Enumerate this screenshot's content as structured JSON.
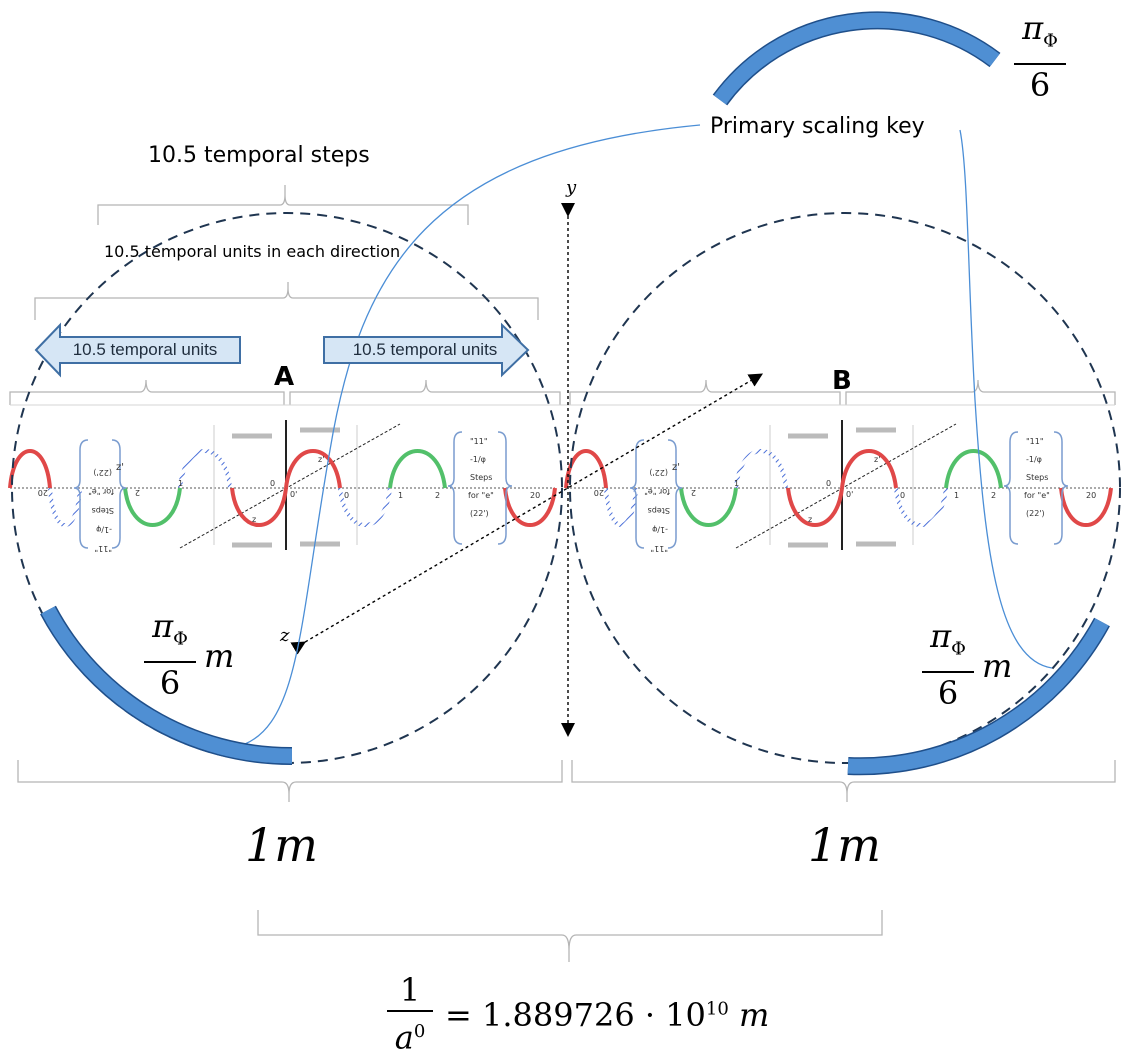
{
  "top_label": "10.5 temporal steps",
  "inner_label": "10.5 temporal units in each direction",
  "arrow_left_label": "10.5 temporal units",
  "arrow_right_label": "10.5 temporal units",
  "circle_a_label": "A",
  "circle_b_label": "B",
  "primary_key_label": "Primary scaling key",
  "axis_y_label": "y",
  "axis_z_label": "z",
  "arc_fraction_top": {
    "numerator": "π",
    "subscript": "Φ",
    "denominator": "6"
  },
  "arc_fraction_left": {
    "numerator": "π",
    "subscript": "Φ",
    "denominator": "6",
    "unit": "m"
  },
  "arc_fraction_right": {
    "numerator": "π",
    "subscript": "Φ",
    "denominator": "6",
    "unit": "m"
  },
  "measure_left": "1m",
  "measure_right": "1m",
  "bottom_formula": {
    "numerator": "1",
    "denominator_base": "a",
    "denominator_exp": "0",
    "rhs": "= 1.889726 · 10",
    "rhs_exp": "10",
    "unit": "m"
  },
  "strip_text": {
    "label_11": "\"11\"",
    "label_inv_phi": "-1/φ",
    "label_steps": "Steps",
    "label_for_e": "for \"e\"",
    "label_22": "(22')",
    "label_zprime": "z'",
    "label_z": "z",
    "tick_0": "0",
    "tick_1": "1",
    "tick_2": "2",
    "tick_20": "20",
    "tick_0prime": "0'"
  },
  "colors": {
    "circle_dash": "#1f3550",
    "arc_fill": "#4f8fd3",
    "arc_stroke": "#1f4f8a",
    "guide_line": "#4b8ed6",
    "brace": "#b5b5b5",
    "arrow_fill": "#d6e6f5",
    "arrow_stroke": "#3f6fa4",
    "wave_red": "#e04848",
    "wave_green": "#52c06a",
    "wave_blue": "#4a6fd8"
  }
}
